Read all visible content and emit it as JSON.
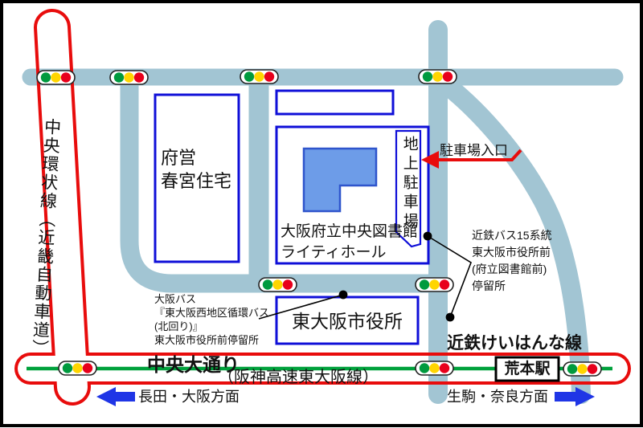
{
  "title": "大阪府立中央図書館 アクセスマップ",
  "colors": {
    "road_blue": "#a2c5d3",
    "highway_red": "#e80c0c",
    "rail_green": "#00a13c",
    "building_border_blue": "#0f0fd8",
    "library_fill_blue": "#6d9ce8",
    "arrow_blue": "#1f35e6",
    "signal_green": "#009a3e",
    "signal_yellow": "#ffd500",
    "signal_red": "#e8001b"
  },
  "labels": {
    "chuo_ringroad": "中央環状線（近畿自動車道）",
    "fuei_housing_line1": "府営",
    "fuei_housing_line2": "春宮住宅",
    "library_line1": "大阪府立中央図書館",
    "library_line2": "ライティホール",
    "ground_parking": "地上駐車場",
    "parking_entrance": "駐車場入口",
    "kintetsu_bus_line1": "近鉄バス15系統",
    "kintetsu_bus_line2": "東大阪市役所前",
    "kintetsu_bus_line3": "(府立図書館前)",
    "kintetsu_bus_line4": "停留所",
    "osaka_bus_line1": "大阪バス",
    "osaka_bus_line2": "『東大阪西地区循環バス",
    "osaka_bus_line3": "(北回り)』",
    "osaka_bus_line4": "東大阪市役所前停留所",
    "city_hall": "東大阪市役所",
    "chuo_odori": "中央大通り",
    "hanshin_expwy": "（阪神高速東大阪線）",
    "keihanna_line": "近鉄けいはんな線",
    "aramoto_station": "荒本駅",
    "dir_west": "長田・大阪方面",
    "dir_east": "生駒・奈良方面"
  },
  "icons": {
    "traffic_light_count": 9,
    "bus_stop_dot_count": 3
  }
}
